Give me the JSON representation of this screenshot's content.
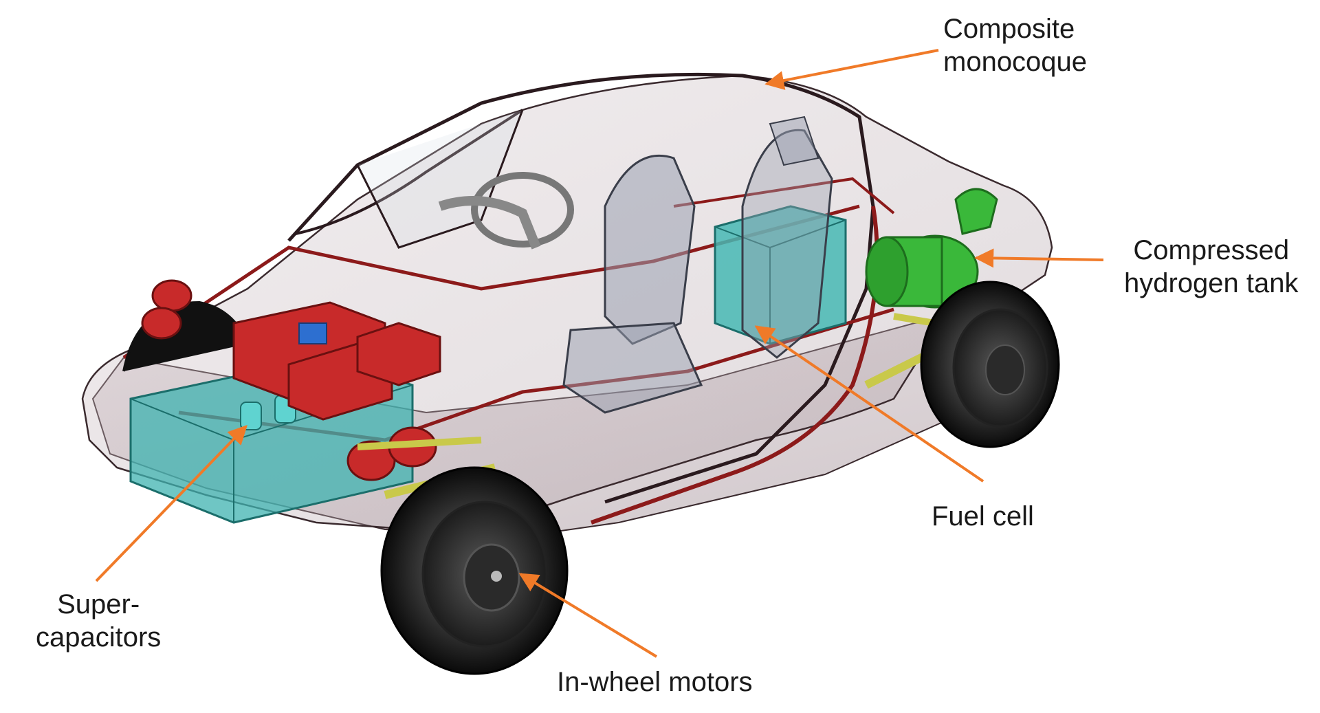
{
  "accent_color": "#f07a28",
  "labels": {
    "monocoque": {
      "line1": "Composite",
      "line2": "monocoque"
    },
    "hydrogen": {
      "line1": "Compressed",
      "line2": "hydrogen tank"
    },
    "fuel_cell": {
      "line1": "Fuel cell"
    },
    "supercaps": {
      "line1": "Super-",
      "line2": "capacitors"
    },
    "motors": {
      "line1": "In-wheel motors"
    }
  },
  "colors": {
    "shell": "#b8a8ae",
    "wireframe": "#3a2a2e",
    "frame_red": "#8c1a1a",
    "component_red": "#c82a2a",
    "capacitor_cyan": "#3fb3b0",
    "fuelcell_cyan": "#46b8b4",
    "tank_green": "#3ab83a",
    "suspension_yellow": "#c9c94a",
    "tyre": "#111111",
    "seat": "#9aa0b0"
  }
}
